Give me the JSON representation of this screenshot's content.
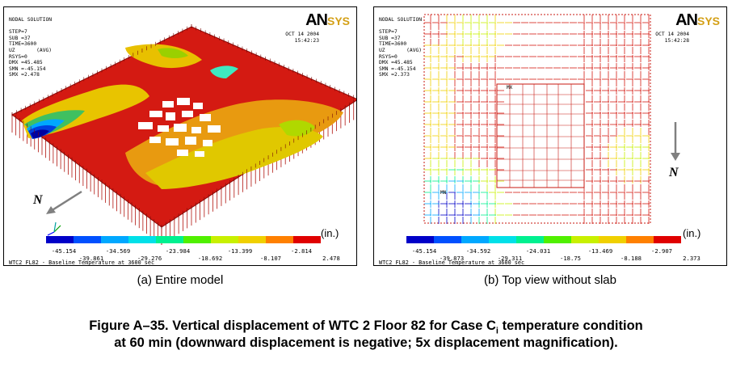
{
  "colors": {
    "palette": [
      "#0000c8",
      "#0050ff",
      "#00a8ff",
      "#00e0e8",
      "#00f090",
      "#50f000",
      "#c8f000",
      "#f0d000",
      "#ff8000",
      "#e00000"
    ],
    "slab": "#d41a12",
    "slab_dark": "#8a0a08",
    "logo_yellow": "#d4a017"
  },
  "panels": [
    {
      "id": "a",
      "info": {
        "solution": "NODAL SOLUTION",
        "step": "STEP=7",
        "sub": "SUB =37",
        "time": "TIME=3600",
        "component": "UZ       (AVG)",
        "rsys": "RSYS=0",
        "dmx": "DMX =45.485",
        "smn": "SMN =-45.154",
        "smx": "SMX =2.478"
      },
      "date": "OCT 14 2004",
      "time_of_day": "15:42:23",
      "logo": "AN",
      "logo_ys": "SYS",
      "north": "N",
      "unit": "(in.)",
      "legend_top": [
        "-45.154",
        "-34.569",
        "-23.984",
        "-13.399",
        "-2.814"
      ],
      "legend_bottom": [
        "-39.861",
        "-29.276",
        "-18.692",
        "-8.107",
        "2.478"
      ],
      "footer": "WTC2 FL82 - Baseline Temperature at 3600 sec",
      "caption": "(a) Entire model"
    },
    {
      "id": "b",
      "info": {
        "solution": "NODAL SOLUTION",
        "step": "STEP=7",
        "sub": "SUB =37",
        "time": "TIME=3600",
        "component": "UZ       (AVG)",
        "rsys": "RSYS=0",
        "dmx": "DMX =45.485",
        "smn": "SMN =-45.154",
        "smx": "SMX =2.373"
      },
      "date": "OCT 14 2004",
      "time_of_day": "15:42:28",
      "logo": "AN",
      "logo_ys": "SYS",
      "north": "N",
      "unit": "(in.)",
      "mx_label": "MX",
      "mn_label": "MN",
      "legend_top": [
        "-45.154",
        "-34.592",
        "-24.031",
        "-13.469",
        "-2.907"
      ],
      "legend_bottom": [
        "-39.873",
        "-29.311",
        "-18.75",
        "-8.188",
        "2.373"
      ],
      "footer": "WTC2 FL82 - Baseline Temperature at 3600 sec",
      "caption": "(b) Top view without slab"
    }
  ],
  "figure_caption": {
    "line1_prefix": "Figure A–35.  Vertical displacement of WTC 2 Floor 82 for Case C",
    "line1_sub": "i",
    "line1_suffix": " temperature condition",
    "line2": "at 60 min (downward displacement is negative; 5x displacement magnification)."
  }
}
